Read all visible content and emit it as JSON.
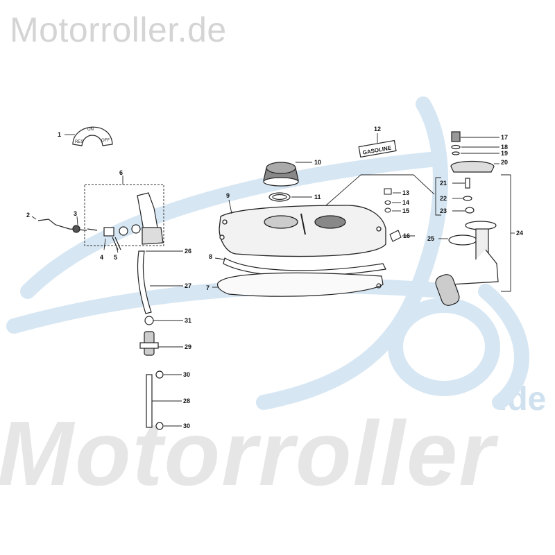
{
  "watermark": {
    "top_text": "Motorroller.de",
    "big_text": "Motorroller",
    "suffix_text": ".de"
  },
  "colors": {
    "watermark_gray": "#d4d4d4",
    "watermark_blue": "#d6e6f3",
    "line": "#222222"
  },
  "tank_label": "GASOLINE",
  "valve_labels": [
    "RES",
    "ON",
    "OFF"
  ],
  "parts": [
    "1",
    "2",
    "3",
    "4",
    "5",
    "6",
    "7",
    "8",
    "9",
    "10",
    "11",
    "12",
    "13",
    "14",
    "15",
    "16",
    "17",
    "18",
    "19",
    "20",
    "21",
    "22",
    "23",
    "24",
    "25",
    "26",
    "27",
    "28",
    "29",
    "30",
    "30",
    "31"
  ]
}
